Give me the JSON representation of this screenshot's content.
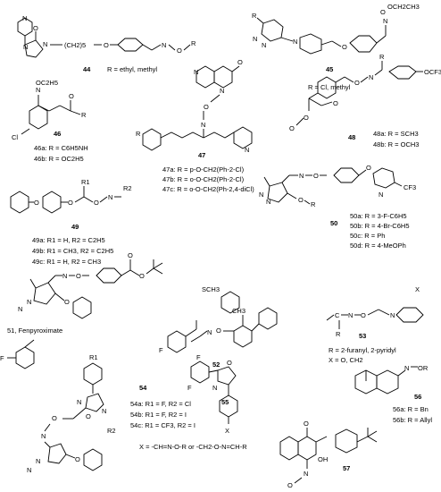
{
  "compounds": {
    "c44": {
      "num": "44",
      "subst": "R = ethyl, methyl"
    },
    "c45": {
      "num": "45",
      "subst": "R = Cl, methyl"
    },
    "c46": {
      "num": "46",
      "a": "46a: R = C6H5NH",
      "b": "46b: R = OC2H5"
    },
    "c47": {
      "num": "47",
      "a": "47a: R = p-O-CH2(Ph-2-Cl)",
      "b": "47b: R = o-O-CH2(Ph-2-Cl)",
      "c": "47c: R = o-O-CH2(Ph-2,4-diCl)"
    },
    "c48": {
      "num": "48",
      "a": "48a: R = SCH3",
      "b": "48b: R = OCH3"
    },
    "c49": {
      "num": "49",
      "a": "49a: R1 = H, R2 = C2H5",
      "b": "49b: R1 = CH3, R2 = C2H5",
      "c": "49c: R1 = H, R2 = CH3"
    },
    "c50": {
      "num": "50",
      "a": "50a: R = 3-F-C6H5",
      "b": "50b: R = 4-Br-C6H5",
      "c": "50c: R = Ph",
      "d": "50d: R = 4-MeOPh"
    },
    "c51": {
      "num": "51",
      "name": "51, Fenpyroximate"
    },
    "c52": {
      "num": "52"
    },
    "c53": {
      "num": "53",
      "r": "R = 2-furanyl, 2-pyridyl",
      "x": "X = O, CH2"
    },
    "c54": {
      "num": "54",
      "a": "54a: R1 = F, R2 = Cl",
      "b": "54b: R1 = F, R2 = I",
      "c": "54c: R1 = CF3, R2 = I"
    },
    "c55": {
      "num": "55",
      "x": "X = -CH=N-O-R  or -CH2-O-N=CH-R"
    },
    "c56": {
      "num": "56",
      "a": "56a: R = Bn",
      "b": "56b: R = Allyl"
    },
    "c57": {
      "num": "57"
    }
  },
  "atoms": {
    "N": "N",
    "O": "O",
    "R": "R",
    "X": "X",
    "Cl": "Cl",
    "F": "F",
    "OH": "OH",
    "OC2H5": "OC2H5",
    "OCH2CH3": "OCH2CH3",
    "SCH3": "SCH3",
    "OCF3": "OCF3",
    "CF3": "CF3",
    "CH2n": "(CH2)5",
    "R1": "R1",
    "R2": "R2",
    "OR": "OR",
    "Me": "CH3",
    "O_CH2": "O",
    "Ct": "C"
  }
}
